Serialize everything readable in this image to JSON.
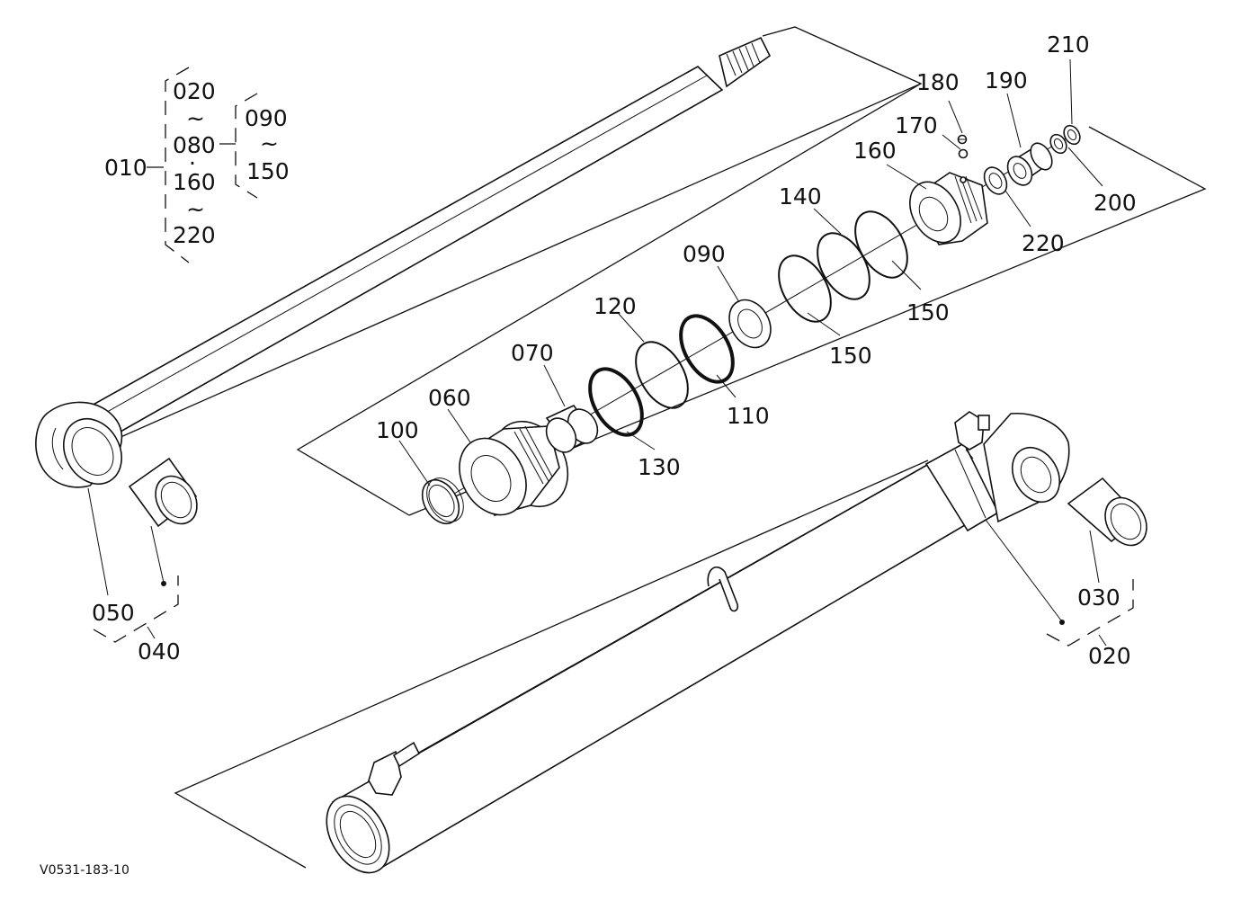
{
  "diagram": {
    "figure_id": "V0531-183-10",
    "group": {
      "main": "010",
      "ranges": [
        "020",
        "~",
        "080",
        "·",
        "160",
        "~",
        "220"
      ],
      "sub_ranges": [
        "090",
        "~",
        "150"
      ]
    },
    "callouts": {
      "p020": "020",
      "p030": "030",
      "p040": "040",
      "p050": "050",
      "p060": "060",
      "p070": "070",
      "p090": "090",
      "p100": "100",
      "p110": "110",
      "p120": "120",
      "p130": "130",
      "p140": "140",
      "p150a": "150",
      "p150b": "150",
      "p160": "160",
      "p170": "170",
      "p180": "180",
      "p190": "190",
      "p200": "200",
      "p210": "210",
      "p220": "220"
    }
  }
}
